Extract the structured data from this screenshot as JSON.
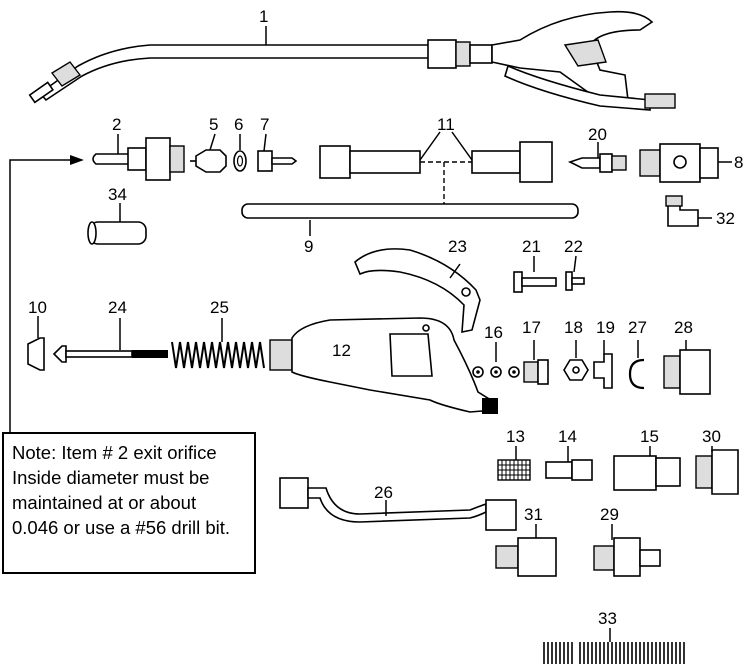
{
  "labels": [
    "1",
    "2",
    "5",
    "6",
    "7",
    "11",
    "20",
    "8",
    "34",
    "32",
    "9",
    "23",
    "21",
    "22",
    "10",
    "24",
    "25",
    "12",
    "16",
    "17",
    "18",
    "19",
    "27",
    "28",
    "13",
    "14",
    "15",
    "30",
    "26",
    "31",
    "29",
    "33"
  ],
  "note": "Note: Item # 2 exit orifice Inside diameter must be maintained at or about 0.046 or use a #56 drill bit."
}
